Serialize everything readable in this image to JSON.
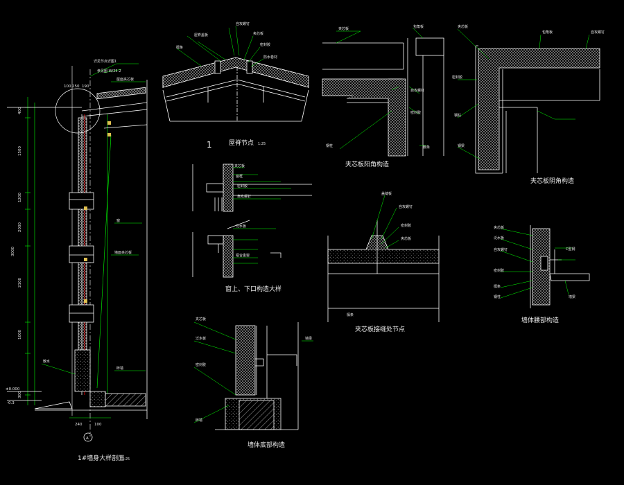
{
  "colors": {
    "background": "#000000",
    "line": "#ffffff",
    "leader": "#00ff00",
    "accent": "#ff0000",
    "hatch": "#cfcfcf"
  },
  "captions": {
    "wall_section": "1#墙身大样剖面",
    "wall_section_scale": "1:25",
    "ridge_node": "屋脊节点",
    "ridge_node_scale": "1:25",
    "ridge_node_number": "1",
    "window_node": "窗上、下口构造大样",
    "sandwich_corner": "夹芯板阳角构造",
    "sandwich_corner2": "夹芯板阴角构造",
    "sandwich_joint": "夹芯板接缝处节点",
    "wall_base": "墙体底部构造",
    "wall_middle": "墙体腰部构造"
  },
  "wall_section": {
    "axis": "A",
    "elev_zero": "±0.000",
    "elev_low": "-0.3",
    "dims_vertical": [
      "400",
      "1500",
      "1200",
      "2000",
      "2100",
      "3000",
      "1000",
      "300"
    ],
    "dims_bottom": [
      "240",
      "100"
    ],
    "dims_top": [
      "100",
      "250",
      "190"
    ],
    "callouts": [
      "详见节点详图1",
      "参见图 W/25-2",
      "屋面夹芯板",
      "窗",
      "墙面夹芯板",
      "砖墙",
      "散水"
    ]
  },
  "ridge_labels": [
    "屋脊盖板",
    "自攻螺钉",
    "夹芯板",
    "密封胶",
    "檩条",
    "防水卷材"
  ],
  "window_labels": [
    "夹芯板",
    "窗框",
    "密封胶",
    "自攻螺钉",
    "泛水板",
    "铝合金窗"
  ],
  "corner_labels": [
    "夹芯板",
    "包角板",
    "自攻螺钉",
    "密封胶",
    "檩条",
    "钢柱"
  ],
  "corner2_labels": [
    "夹芯板",
    "包角板",
    "自攻螺钉",
    "密封胶",
    "钢柱",
    "钢梁"
  ],
  "joint_labels": [
    "盖缝板",
    "自攻螺钉",
    "密封胶",
    "夹芯板",
    "檩条"
  ],
  "middle_labels": [
    "夹芯板",
    "泛水板",
    "自攻螺钉",
    "密封胶",
    "檩条",
    "钢柱",
    "C型钢",
    "墙梁"
  ],
  "base_labels": [
    "夹芯板",
    "泛水板",
    "密封胶",
    "砖墙",
    "墙梁"
  ]
}
